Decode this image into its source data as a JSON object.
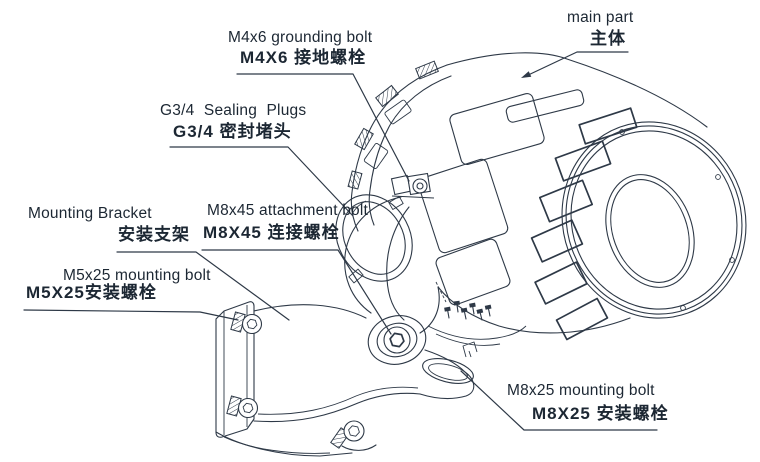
{
  "figure": {
    "labels": {
      "grounding_bolt": {
        "en": "M4x6 grounding bolt",
        "zh": "M4X6 接地螺栓"
      },
      "main_part": {
        "en": "main part",
        "zh": "主体"
      },
      "sealing_plugs": {
        "en": "G3/4 Sealing Plugs",
        "zh": "G3/4 密封堵头"
      },
      "mounting_bracket": {
        "en": "Mounting Bracket",
        "zh": "安装支架"
      },
      "attachment_bolt": {
        "en": "M8x45 attachment bolt",
        "zh": "M8X45 连接螺栓"
      },
      "m5x25_mounting_bolt": {
        "en": "M5x25 mounting bolt",
        "zh": "M5X25安装螺栓"
      },
      "m8x25_mounting_bolt": {
        "en": "M8x25 mounting bolt",
        "zh": "M8X25 安装螺栓"
      }
    },
    "colors": {
      "line": "#2e3947",
      "text": "#1c2733",
      "background": "#ffffff"
    }
  }
}
